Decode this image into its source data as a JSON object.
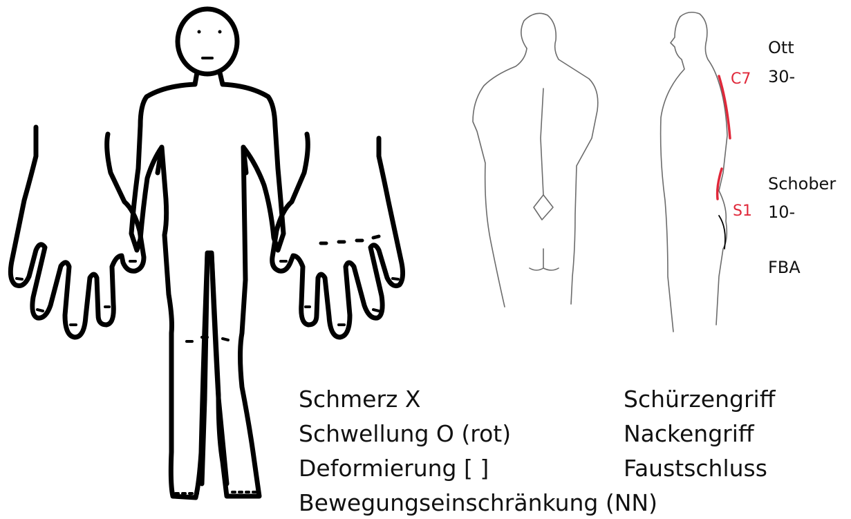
{
  "spine": {
    "ott_label": "Ott",
    "ott_value": "30-",
    "c7_label": "C7",
    "schober_label": "Schober",
    "schober_value": "10-",
    "s1_label": "S1",
    "fba_label": "FBA"
  },
  "legend": {
    "pain": "Schmerz X",
    "swelling": "Schwellung O (rot)",
    "deformity": "Deformierung [ ]",
    "restriction": "Bewegungseinschränkung (NN)"
  },
  "grip_tests": {
    "apron_grip": "Schürzengriff",
    "neck_grip": "Nackengriff",
    "fist_closure": "Faustschluss"
  },
  "colors": {
    "outline": "#000000",
    "sketch": "#6b6b6b",
    "marker_red": "#e0283a"
  }
}
